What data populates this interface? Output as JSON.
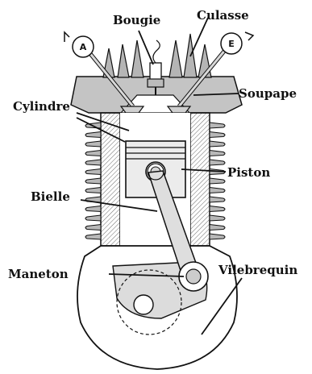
{
  "labels": {
    "bougie": "Bougie",
    "culasse": "Culasse",
    "soupape": "Soupape",
    "cylindre": "Cylindre",
    "piston": "Piston",
    "bielle": "Bielle",
    "maneton": "Maneton",
    "vilebrequin": "Vilebrequin"
  },
  "valves": {
    "intake": "A",
    "exhaust": "E"
  },
  "colors": {
    "ink": "#111111",
    "metal_light": "#cfcfcf",
    "metal_mid": "#a8a8a8",
    "metal_dark": "#5a5a5a",
    "background": "#ffffff"
  }
}
